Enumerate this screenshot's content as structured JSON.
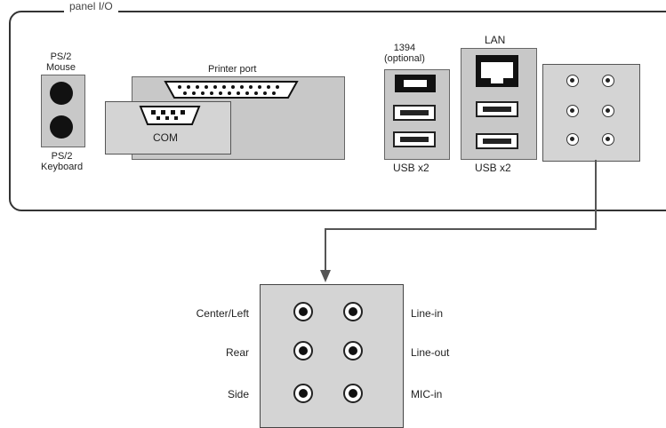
{
  "header_fragment": "panel I/O",
  "labels": {
    "ps2_mouse": "PS/2\nMouse",
    "ps2_keyboard": "PS/2\nKeyboard",
    "printer_port": "Printer port",
    "com": "COM",
    "firewire": "1394\n(optional)",
    "lan": "LAN",
    "usb_left": "USB x2",
    "usb_right": "USB x2"
  },
  "audio_detail": {
    "left_labels": [
      "Center/Left",
      "Rear",
      "Side"
    ],
    "right_labels": [
      "Line-in",
      "Line-out",
      "MIC-in"
    ]
  },
  "colors": {
    "panel_border": "#333333",
    "port_gray": "#c8c8c8",
    "connector": "#111111"
  }
}
